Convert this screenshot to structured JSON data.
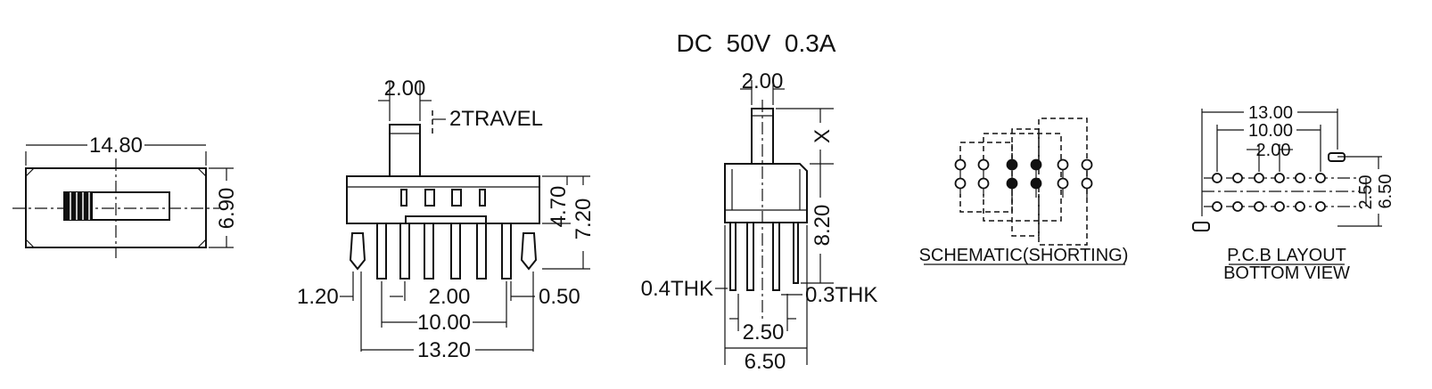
{
  "rating": "DC  50V  0.3A",
  "top_view": {
    "width": "14.80",
    "height": "6.90"
  },
  "front_view": {
    "knob_width": "2.00",
    "travel": "2TRAVEL",
    "height_body": "4.70",
    "height_total": "7.20",
    "lead_width": "1.20",
    "pitch": "2.00",
    "tab_width": "0.50",
    "lead_span": "10.00",
    "overall_width": "13.20"
  },
  "side_view": {
    "knob_width": "2.00",
    "knob_height": "X",
    "pin_height": "8.20",
    "lead_thk": "0.4THK",
    "tab_thk": "0.3THK",
    "pin_spacing": "2.50",
    "overall_width": "6.50"
  },
  "schematic": {
    "caption": "SCHEMATIC(SHORTING)"
  },
  "pcb": {
    "caption_line1": "P.C.B LAYOUT",
    "caption_line2": "BOTTOM VIEW",
    "overall": "13.00",
    "span": "10.00",
    "pitch": "2.00",
    "row_spacing": "2.50",
    "height": "6.50"
  }
}
